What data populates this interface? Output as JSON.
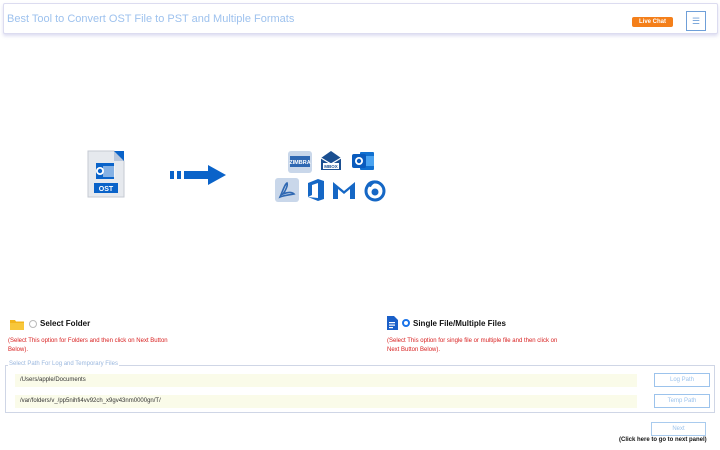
{
  "header": {
    "title": "Best Tool to Convert OST File to PST and Multiple Formats",
    "live_chat": "Live Chat",
    "menu_icon": "☰"
  },
  "hero": {
    "source_label": "OST",
    "formats": [
      "ZIMBRA",
      "MBOX",
      "Outlook",
      "PDF",
      "Office 365",
      "Gmail",
      "Thunderbird"
    ],
    "mbox_label": "MBOX"
  },
  "options": {
    "folder": {
      "label": "Select Folder",
      "note": "(Select This option for Folders and then click on Next Button Below).",
      "selected": false
    },
    "files": {
      "label": "Single File/Multiple Files",
      "note": "(Select This option for single file or multiple file and then click on Next Button Below).",
      "selected": true
    }
  },
  "paths": {
    "legend": "Select Path For Log and Temporary Files",
    "log_path_value": "/Users/apple/Documents",
    "log_path_button": "Log Path",
    "temp_path_value": "/var/folders/v_/pp5nihfi4vv92ch_x9gv43nm0000gn/T/",
    "temp_path_button": "Temp Path"
  },
  "footer": {
    "next_button": "Next",
    "next_note": "(Click here to go to next panel)"
  },
  "colors": {
    "accent": "#1a73e8",
    "brand_blue": "#0a63c9",
    "live_chat": "#f47f1a",
    "note_red": "#d81e1e"
  }
}
